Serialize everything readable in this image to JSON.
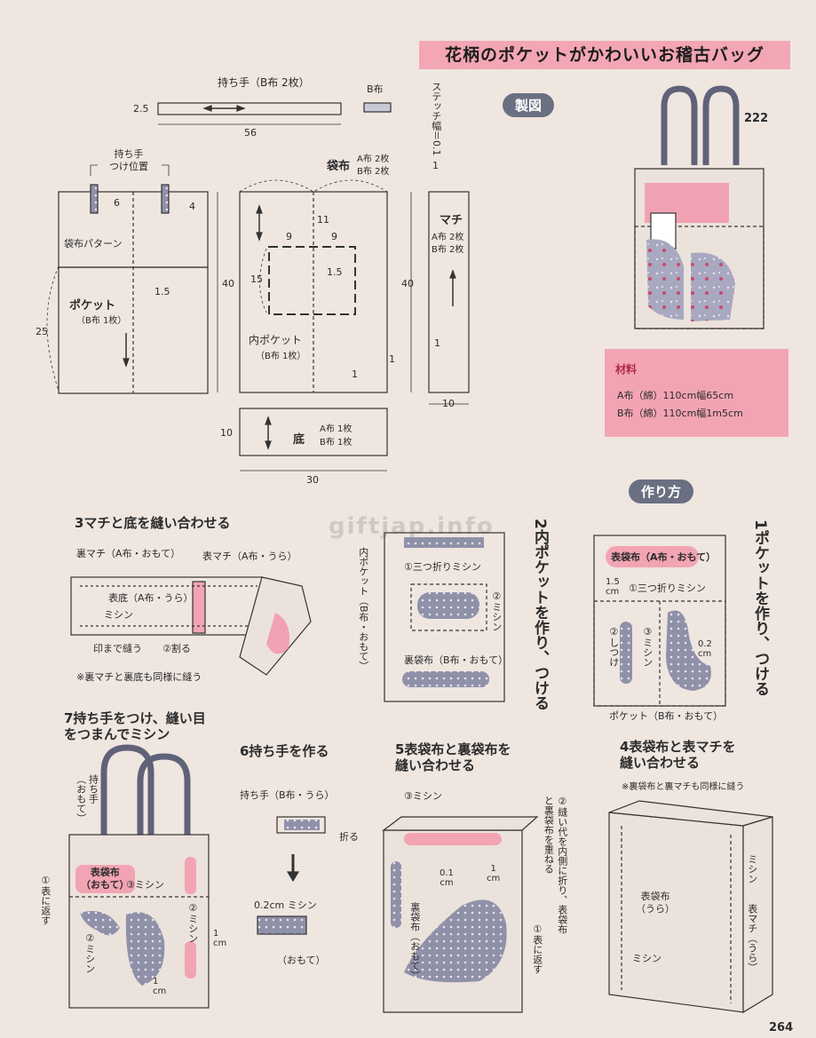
{
  "title": "花柄のポケットがかわいいお稽古バッグ",
  "page_number": "264",
  "model_number": "222",
  "watermark": "giftjap.info",
  "sections": {
    "seizu": "製図",
    "tsukurikata": "作り方"
  },
  "materials": {
    "header": "材料",
    "line_a": "A布（綿）110cm幅65cm",
    "line_b": "B布（綿）110cm幅1m5cm"
  },
  "drafting": {
    "handle_label": "持ち手（B布 2枚）",
    "handle_width": "2.5",
    "handle_length": "56",
    "b_fabric": "B布",
    "stitch_width": "ステッチ幅＝0.1",
    "stitch_one": "1",
    "handle_pos": "持ち手\nつけ位置",
    "dim_6": "6",
    "dim_4": "4",
    "bag_pattern": "袋布パターン",
    "pocket_label": "ポケット",
    "pocket_sub": "（B布 1枚）",
    "dim_15a": "1.5",
    "dim_25": "25",
    "bag_label": "袋布",
    "bag_a": "A布 2枚",
    "bag_b": "B布 2枚",
    "dim_40a": "40",
    "dim_11": "11",
    "dim_9a": "9",
    "dim_9b": "9",
    "dim_15": "15",
    "dim_15b": "1.5",
    "inner_pocket": "内ポケット",
    "inner_pocket_sub": "（B布 1枚）",
    "dim_1a": "1",
    "dim_1b": "1",
    "gusset": "マチ",
    "gusset_a": "A布 2枚",
    "gusset_b": "B布 2枚",
    "dim_40b": "40",
    "dim_1c": "1",
    "dim_10a": "10",
    "dim_10b": "10",
    "bottom": "底",
    "bottom_a": "A布 1枚",
    "bottom_b": "B布 1枚",
    "dim_30": "30"
  },
  "steps": {
    "s1": "1ポケットを作り、つける",
    "s1_a": "表袋布（A布・おもて）",
    "s1_b": "1.5\ncm",
    "s1_c": "①三つ折りミシン",
    "s1_d": "②しつけ",
    "s1_e": "③ミシン",
    "s1_f": "0.2\ncm",
    "s1_g": "ポケット（B布・おもて）",
    "s2": "2内ポケットを作り、つける",
    "s2_a": "内ポケット（B布・おもて）",
    "s2_b": "①三つ折りミシン",
    "s2_c": "②ミシン",
    "s2_d": "裏袋布（B布・おもて）",
    "s3": "3マチと底を縫い合わせる",
    "s3_a": "裏マチ（A布・おもて）",
    "s3_b": "表マチ（A布・うら）",
    "s3_c": "表底（A布・うら）",
    "s3_d": "ミシン",
    "s3_e": "印まで縫う",
    "s3_f": "②割る",
    "s3_note": "※裏マチと裏底も同様に縫う",
    "s4": "4表袋布と表マチを\n縫い合わせる",
    "s4_note": "※裏袋布と裏マチも同様に縫う",
    "s4_a": "表袋布\n（うら）",
    "s4_b": "ミシン",
    "s4_c": "表マチ（うら）",
    "s4_d": "ミシン",
    "s5": "5表袋布と裏袋布を\n縫い合わせる",
    "s5_a": "③ミシン",
    "s5_b": "0.1\ncm",
    "s5_c": "1\ncm",
    "s5_d": "②縫い代を内側に折り、表袋布と裏袋布を重ねる",
    "s5_e": "裏袋布（おもて）",
    "s5_f": "①表に返す",
    "s6": "6持ち手を作る",
    "s6_a": "持ち手（B布・うら）",
    "s6_b": "折る",
    "s6_c": "0.2cm ミシン",
    "s6_d": "（おもて）",
    "s7": "7持ち手をつけ、縫い目\nをつまんでミシン",
    "s7_a": "持ち手（おもて）",
    "s7_b": "表袋布\n（おもて）",
    "s7_c": "③ミシン",
    "s7_d": "②ミシン",
    "s7_e": "1\ncm",
    "s7_f": "①表に返す",
    "s7_g": "②ミシン",
    "s7_h": "1\ncm"
  }
}
